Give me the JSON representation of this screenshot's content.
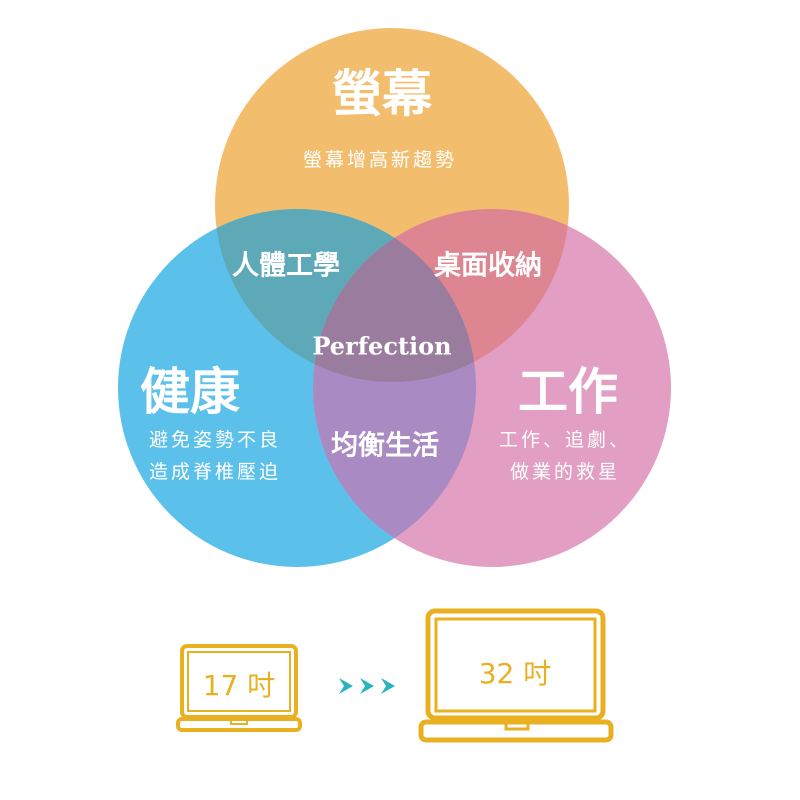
{
  "venn": {
    "top": {
      "title": "螢幕",
      "subtitle": "螢幕增高新趨勢"
    },
    "left": {
      "title": "健康",
      "subtitle_lines": [
        "避免姿勢不良",
        "造成脊椎壓迫"
      ]
    },
    "right": {
      "title": "工作",
      "subtitle_lines": [
        "工作、追劇、",
        "做業的救星"
      ]
    },
    "top_left": "人體工學",
    "top_right": "桌面收納",
    "left_right": "均衡生活",
    "center": "Perfection"
  },
  "laptops": {
    "small_label": "17 吋",
    "large_label": "32 吋"
  },
  "colors": {
    "orange": "#f3bd6e",
    "blue": "#5bc0ea",
    "pink": "#e29ec3",
    "laptop": "#e9b122",
    "arrow": "#2bb3c0"
  }
}
